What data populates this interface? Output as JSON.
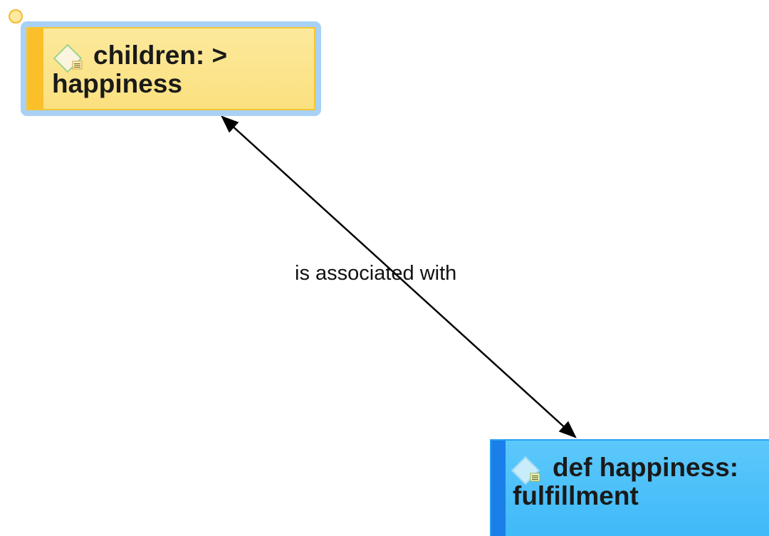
{
  "nodes": [
    {
      "id": "children",
      "line1": "children: >",
      "line2": "happiness",
      "color": "#fbe07f",
      "accent": "#fbbf2a",
      "icon": "note-diamond-icon",
      "selected": true
    },
    {
      "id": "def-happiness",
      "line1": "def happiness:",
      "line2": "fulfillment",
      "color": "#3db8f8",
      "accent": "#1a7fe8",
      "icon": "note-diamond-icon",
      "selected": false
    }
  ],
  "links": [
    {
      "label": "is associated with",
      "from": "children",
      "to": "def-happiness",
      "bidirectional": true
    }
  ]
}
